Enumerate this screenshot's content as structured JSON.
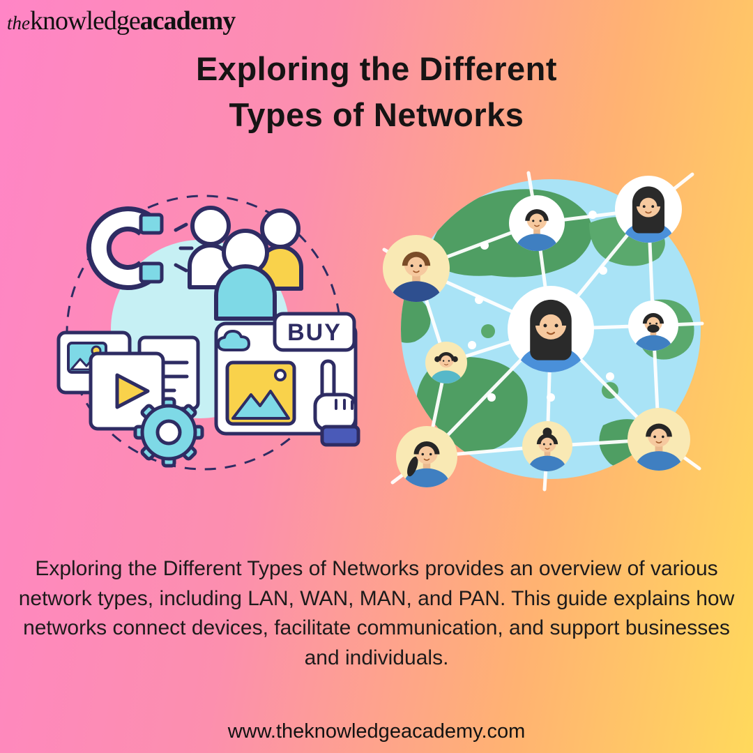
{
  "page": {
    "gradient_left": "#ff85c6",
    "gradient_right": "#ffd95c",
    "text_color": "#171515"
  },
  "logo": {
    "the": "the",
    "knowledge": "knowledge",
    "academy": "academy"
  },
  "title": {
    "line1": "Exploring the Different",
    "line2": "Types of Networks"
  },
  "description": "Exploring the Different Types of Networks provides an overview of various network types, including LAN, WAN, MAN, and PAN. This guide explains how networks connect devices, facilitate communication, and support businesses and individuals.",
  "footer": {
    "url": "www.theknowledgeacademy.com"
  },
  "illustrations": {
    "left": {
      "name": "online-marketing-audience-illustration",
      "buy_label": "BUY",
      "colors": {
        "outline": "#2e2c63",
        "teal": "#7ed9e6",
        "light_cyan": "#c6f0f4",
        "yellow": "#f9d24b"
      }
    },
    "right": {
      "name": "global-people-network-illustration",
      "colors": {
        "globe": "#a9e3f6",
        "land": "#4f9e63",
        "connection": "#ffffff",
        "avatar_bg_yellow": "#f9e9b4",
        "avatar_bg_white": "#ffffff"
      }
    }
  }
}
